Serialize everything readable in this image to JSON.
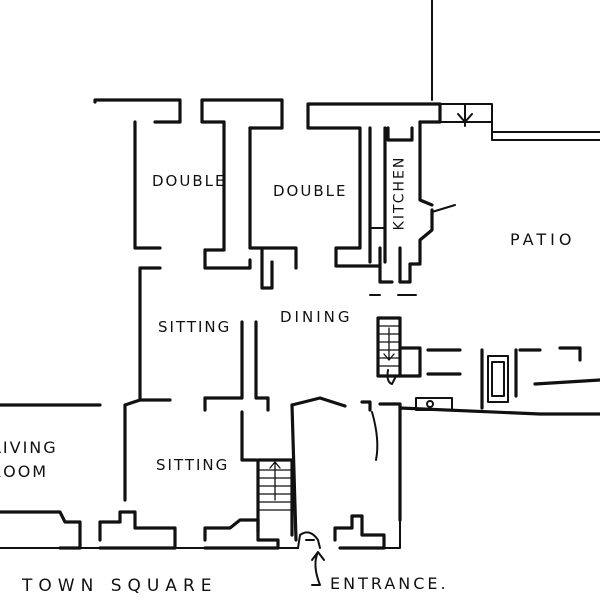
{
  "rooms": {
    "double_left": "DOUBLE",
    "double_right": "DOUBLE",
    "kitchen": "KITCHEN",
    "patio": "PATIO",
    "sitting_upper": "SITTING",
    "dining": "DINING",
    "living_line1": "LIVING",
    "living_line2": "ROOM",
    "sitting_lower": "SITTING"
  },
  "street": {
    "town_square": "TOWN SQUARE",
    "entrance": "ENTRANCE."
  },
  "colors": {
    "ink": "#111111",
    "paper": "#ffffff"
  }
}
